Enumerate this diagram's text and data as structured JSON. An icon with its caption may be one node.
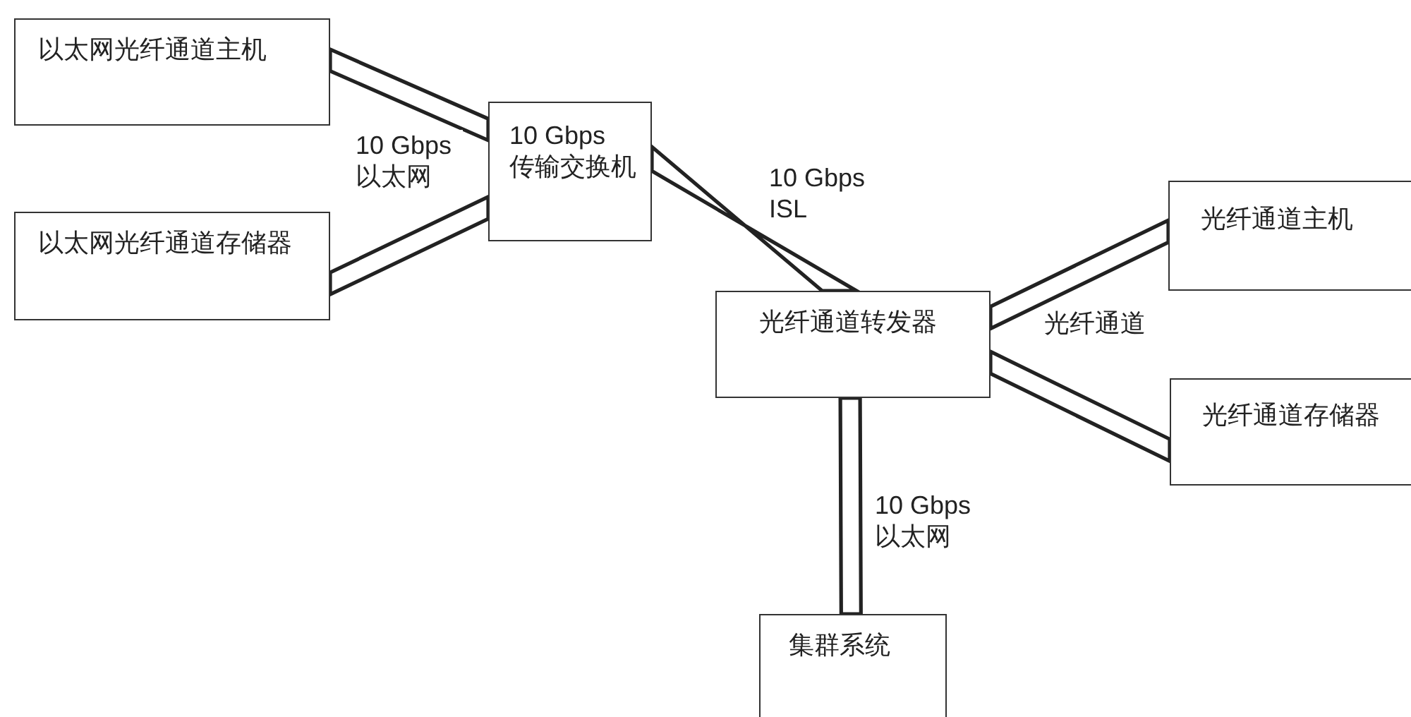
{
  "diagram": {
    "nodes": [
      {
        "text": [
          "以太网光纤通道主机"
        ]
      },
      {
        "text": [
          "以太网光纤通道存储器"
        ]
      },
      {
        "text": [
          "10 Gbps 传输交换机"
        ]
      },
      {
        "text": [
          "光纤通道转发器"
        ]
      },
      {
        "text": [
          "光纤通道主机"
        ]
      },
      {
        "text": [
          "光纤通道存储器"
        ]
      },
      {
        "text": [
          "集群系统"
        ]
      }
    ],
    "edges": [
      {
        "from": 0,
        "to": 2,
        "arrow": "none"
      },
      {
        "from": 1,
        "to": 2,
        "arrow": "none"
      },
      {
        "from": 2,
        "to": 3,
        "arrow": "none",
        "label": "10 Gbps ISL"
      },
      {
        "from": 3,
        "to": 4,
        "arrow": "none"
      },
      {
        "from": 3,
        "to": 5,
        "arrow": "none"
      },
      {
        "from": 3,
        "to": 6,
        "arrow": "none",
        "label": "10 Gbps 以太网"
      }
    ],
    "labels": [
      "10 Gbps 以太网",
      "光纤通道"
    ]
  }
}
